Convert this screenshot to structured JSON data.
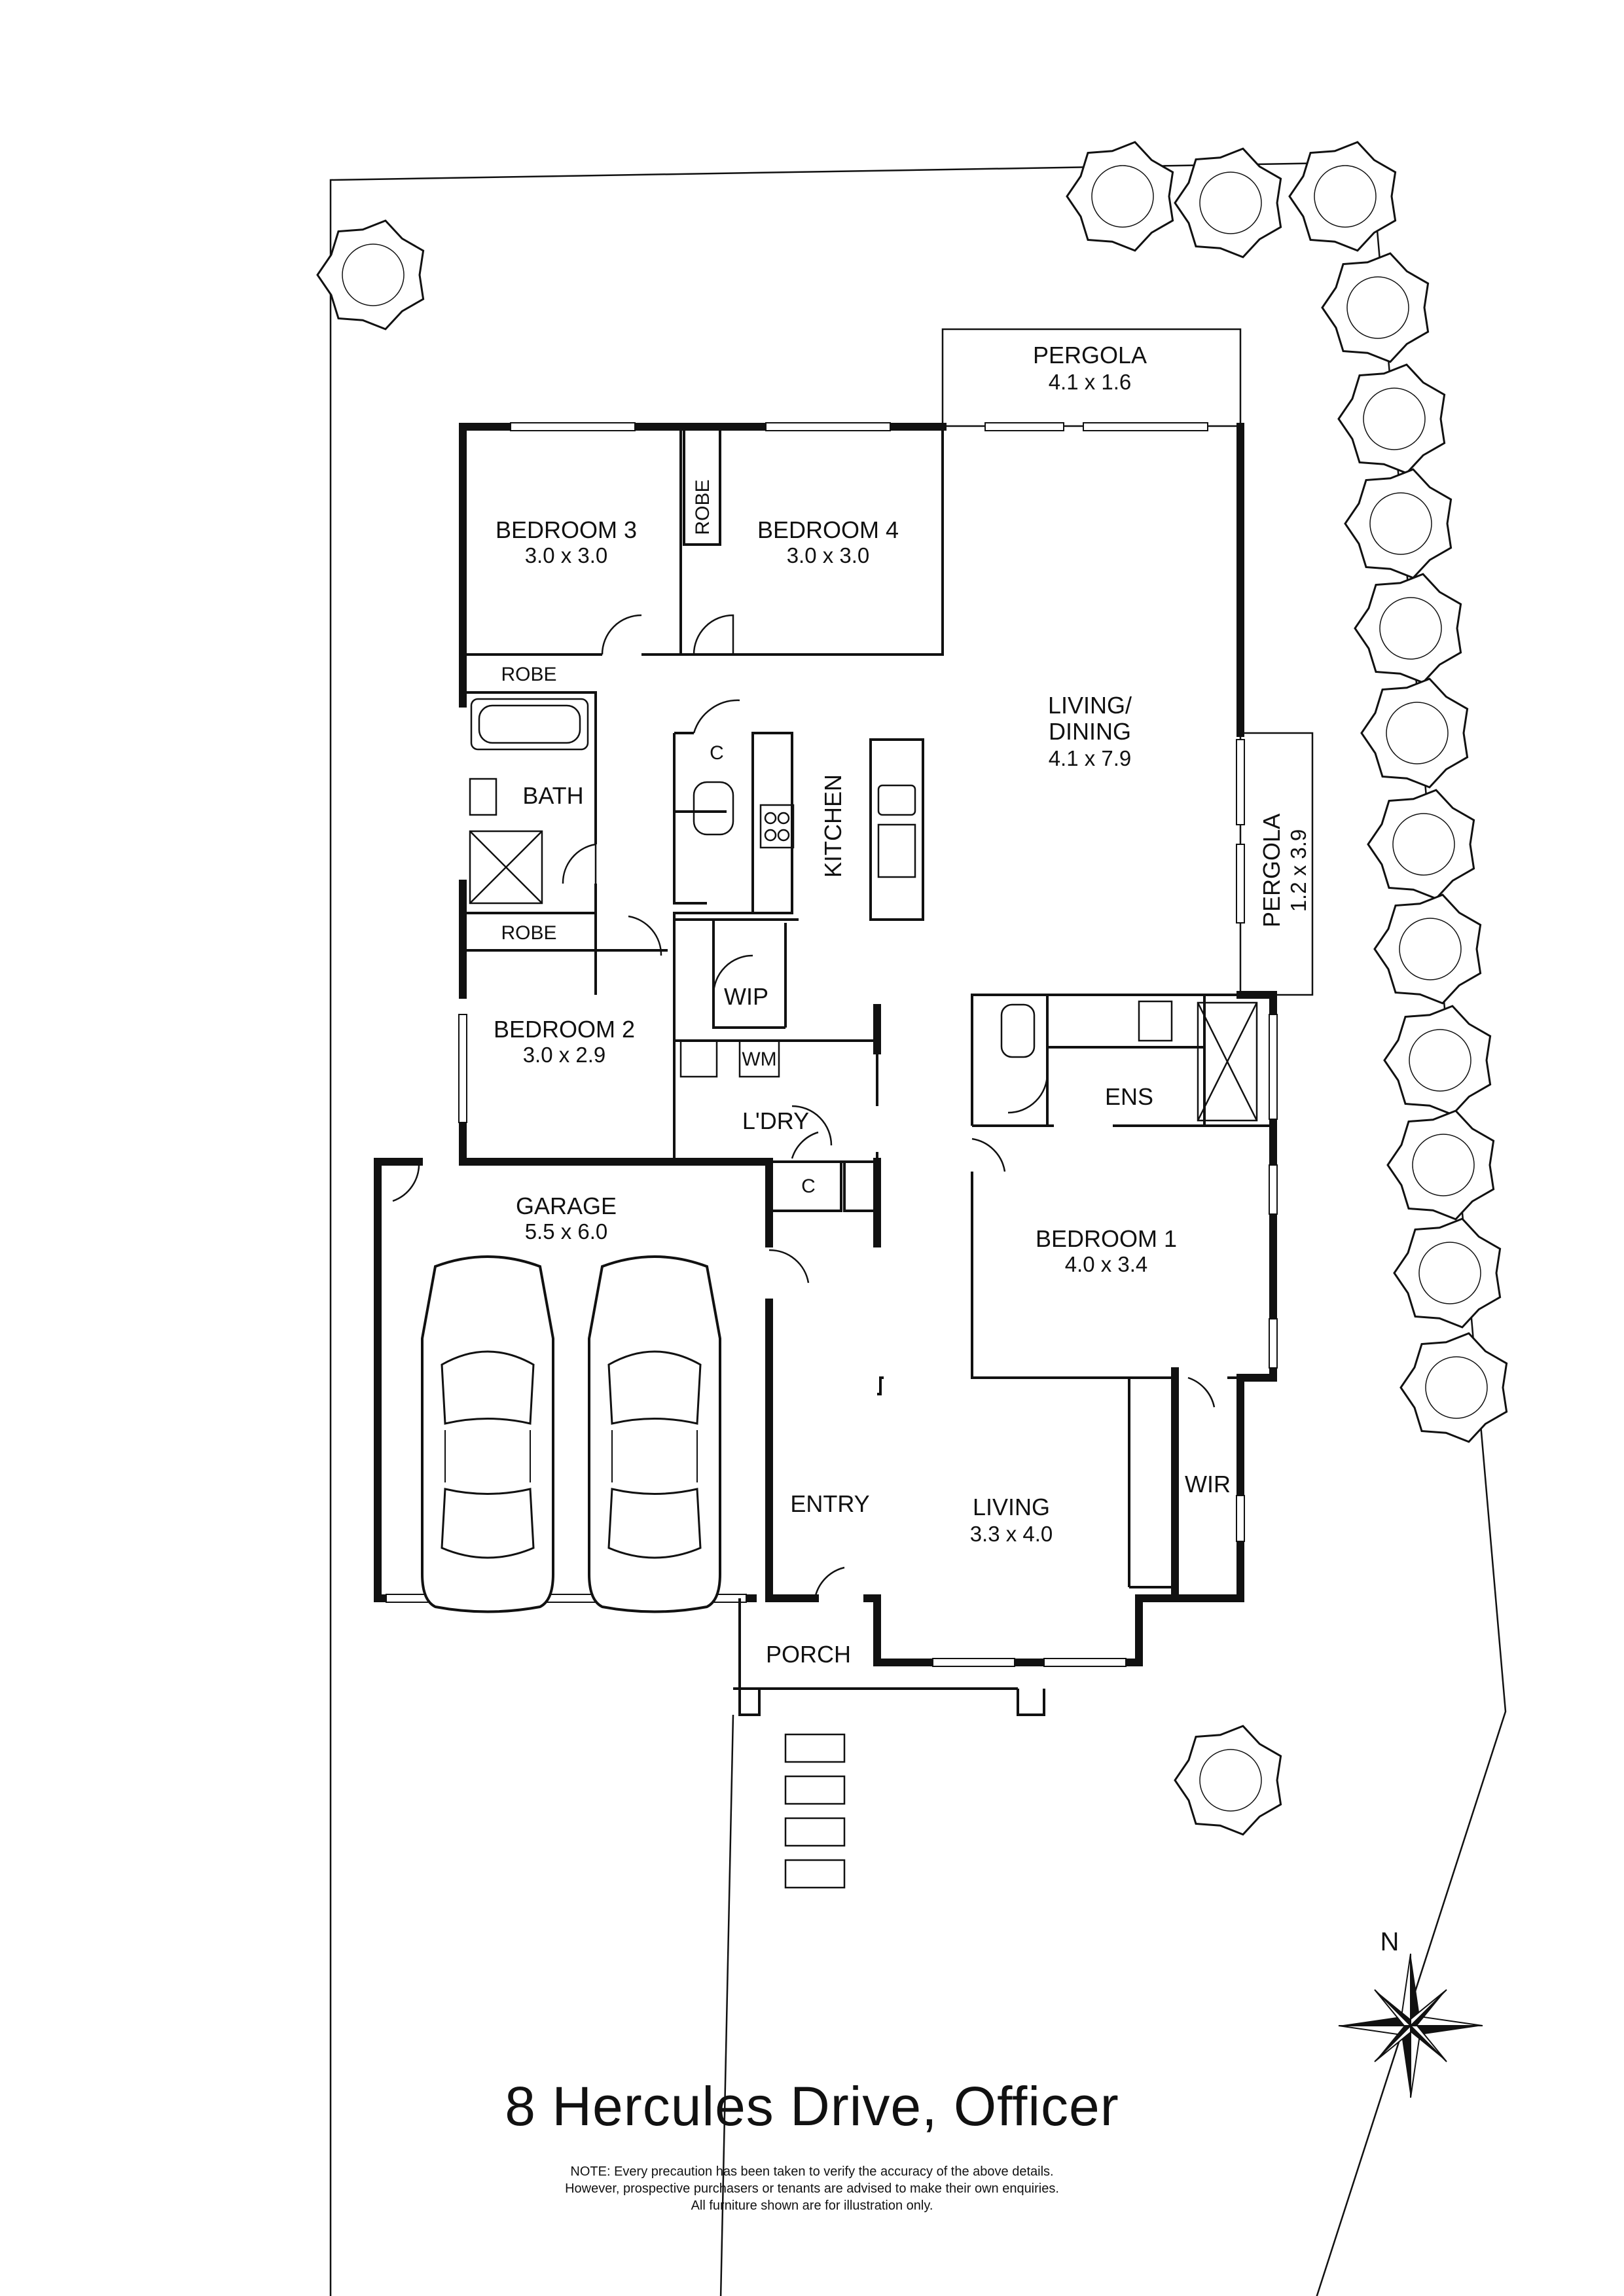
{
  "rooms": {
    "pergola_top": {
      "name": "PERGOLA",
      "dims": "4.1 x 1.6"
    },
    "bedroom3": {
      "name": "BEDROOM 3",
      "dims": "3.0 x 3.0"
    },
    "bedroom4": {
      "name": "BEDROOM 4",
      "dims": "3.0 x 3.0"
    },
    "robe_b3": "ROBE",
    "robe_b4": "ROBE",
    "robe_bath": "ROBE",
    "bath": "BATH",
    "cupboard_kitchen": "C",
    "kitchen": "KITCHEN",
    "living_dining": {
      "name_line1": "LIVING/",
      "name_line2": "DINING",
      "dims": "4.1 x 7.9"
    },
    "pergola_side": {
      "name": "PERGOLA",
      "dims": "1.2 x 3.9"
    },
    "wip": "WIP",
    "bedroom2": {
      "name": "BEDROOM 2",
      "dims": "3.0 x 2.9"
    },
    "wm": "WM",
    "laundry": "L'DRY",
    "cupboard_laundry": "C",
    "ens": "ENS",
    "garage": {
      "name": "GARAGE",
      "dims": "5.5 x 6.0"
    },
    "bedroom1": {
      "name": "BEDROOM 1",
      "dims": "4.0 x 3.4"
    },
    "entry": "ENTRY",
    "living": {
      "name": "LIVING",
      "dims": "3.3 x 4.0"
    },
    "wir": "WIR",
    "porch": "PORCH"
  },
  "compass": {
    "label": "N"
  },
  "address": "8 Hercules Drive, Officer",
  "note": {
    "line1": "NOTE: Every precaution has been taken to verify the accuracy of the above details.",
    "line2": "However, prospective purchasers or tenants are advised to make their own enquiries.",
    "line3": "All furniture shown are for illustration only."
  }
}
